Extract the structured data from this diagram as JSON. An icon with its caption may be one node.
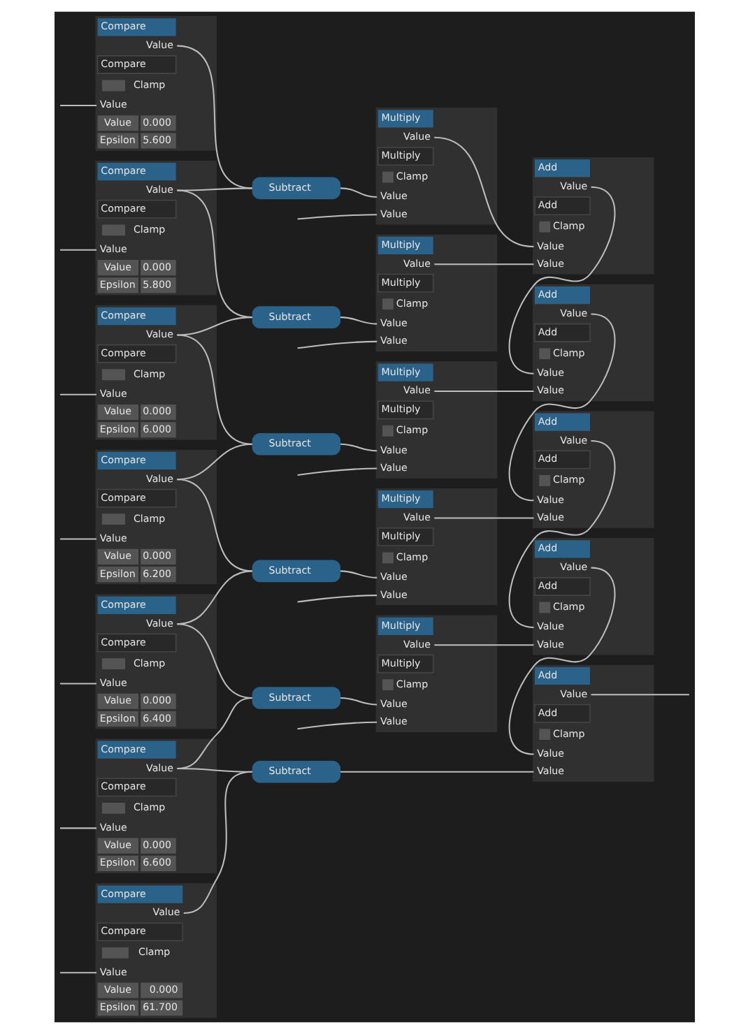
{
  "diagram": {
    "nodes": [
      {
        "text": [
          "Compare",
          "Value",
          "Compare",
          "Clamp",
          "Value",
          "Value",
          "0.000",
          "Epsilon",
          "5.600"
        ]
      },
      {
        "text": [
          "Compare",
          "Value",
          "Compare",
          "Clamp",
          "Value",
          "Value",
          "0.000",
          "Epsilon",
          "5.800"
        ]
      },
      {
        "text": [
          "Compare",
          "Value",
          "Compare",
          "Clamp",
          "Value",
          "Value",
          "0.000",
          "Epsilon",
          "6.000"
        ]
      },
      {
        "text": [
          "Compare",
          "Value",
          "Compare",
          "Clamp",
          "Value",
          "Value",
          "0.000",
          "Epsilon",
          "6.200"
        ]
      },
      {
        "text": [
          "Compare",
          "Value",
          "Compare",
          "Clamp",
          "Value",
          "Value",
          "0.000",
          "Epsilon",
          "6.400"
        ]
      },
      {
        "text": [
          "Compare",
          "Value",
          "Compare",
          "Clamp",
          "Value",
          "Value",
          "0.000",
          "Epsilon",
          "6.600"
        ]
      },
      {
        "text": [
          "Compare",
          "Value",
          "Compare",
          "Clamp",
          "Value",
          "Value",
          "0.000",
          "Epsilon",
          "61.700"
        ]
      },
      {
        "text": [
          "Subtract"
        ]
      },
      {
        "text": [
          "Subtract"
        ]
      },
      {
        "text": [
          "Subtract"
        ]
      },
      {
        "text": [
          "Subtract"
        ]
      },
      {
        "text": [
          "Subtract"
        ]
      },
      {
        "text": [
          "Subtract"
        ]
      },
      {
        "text": [
          "Multiply",
          "Value",
          "Multiply",
          "Clamp",
          "Value",
          "Value"
        ]
      },
      {
        "text": [
          "Multiply",
          "Value",
          "Multiply",
          "Clamp",
          "Value",
          "Value"
        ]
      },
      {
        "text": [
          "Multiply",
          "Value",
          "Multiply",
          "Clamp",
          "Value",
          "Value"
        ]
      },
      {
        "text": [
          "Multiply",
          "Value",
          "Multiply",
          "Clamp",
          "Value",
          "Value"
        ]
      },
      {
        "text": [
          "Multiply",
          "Value",
          "Multiply",
          "Clamp",
          "Value",
          "Value"
        ]
      },
      {
        "text": [
          "Add",
          "Value",
          "Add",
          "Clamp",
          "Value",
          "Value"
        ]
      },
      {
        "text": [
          "Add",
          "Value",
          "Add",
          "Clamp",
          "Value",
          "Value"
        ]
      },
      {
        "text": [
          "Add",
          "Value",
          "Add",
          "Clamp",
          "Value",
          "Value"
        ]
      },
      {
        "text": [
          "Add",
          "Value",
          "Add",
          "Clamp",
          "Value",
          "Value"
        ]
      },
      {
        "text": [
          "Add",
          "Value",
          "Add",
          "Clamp",
          "Value",
          "Value"
        ]
      }
    ],
    "edges": [
      {
        "from": 0,
        "to": 7,
        "arrow": "none"
      },
      {
        "from": 1,
        "to": 7,
        "arrow": "none"
      },
      {
        "from": 1,
        "to": 8,
        "arrow": "none"
      },
      {
        "from": 2,
        "to": 8,
        "arrow": "none"
      },
      {
        "from": 2,
        "to": 9,
        "arrow": "none"
      },
      {
        "from": 3,
        "to": 9,
        "arrow": "none"
      },
      {
        "from": 3,
        "to": 10,
        "arrow": "none"
      },
      {
        "from": 4,
        "to": 10,
        "arrow": "none"
      },
      {
        "from": 4,
        "to": 11,
        "arrow": "none"
      },
      {
        "from": 5,
        "to": 11,
        "arrow": "none"
      },
      {
        "from": 5,
        "to": 12,
        "arrow": "none"
      },
      {
        "from": 6,
        "to": 12,
        "arrow": "none"
      },
      {
        "from": 7,
        "to": 13,
        "arrow": "none"
      },
      {
        "from": 8,
        "to": 14,
        "arrow": "none"
      },
      {
        "from": 9,
        "to": 15,
        "arrow": "none"
      },
      {
        "from": 10,
        "to": 16,
        "arrow": "none"
      },
      {
        "from": 11,
        "to": 17,
        "arrow": "none"
      },
      {
        "from": 12,
        "to": 22,
        "arrow": "none"
      },
      {
        "from": 13,
        "to": 18,
        "arrow": "none"
      },
      {
        "from": 14,
        "to": 18,
        "arrow": "none"
      },
      {
        "from": 15,
        "to": 19,
        "arrow": "none"
      },
      {
        "from": 16,
        "to": 20,
        "arrow": "none"
      },
      {
        "from": 17,
        "to": 21,
        "arrow": "none"
      },
      {
        "from": 18,
        "to": 19,
        "arrow": "none"
      },
      {
        "from": 19,
        "to": 20,
        "arrow": "none"
      },
      {
        "from": 20,
        "to": 21,
        "arrow": "none"
      },
      {
        "from": 21,
        "to": 22,
        "arrow": "none"
      },
      {
        "from": 22,
        "to": null,
        "arrow": "none"
      },
      {
        "from": null,
        "to": 0,
        "arrow": "none"
      },
      {
        "from": null,
        "to": 1,
        "arrow": "none"
      },
      {
        "from": null,
        "to": 2,
        "arrow": "none"
      },
      {
        "from": null,
        "to": 3,
        "arrow": "none"
      },
      {
        "from": null,
        "to": 4,
        "arrow": "none"
      },
      {
        "from": null,
        "to": 5,
        "arrow": "none"
      },
      {
        "from": null,
        "to": 6,
        "arrow": "none"
      },
      {
        "from": null,
        "to": 13,
        "arrow": "none"
      },
      {
        "from": null,
        "to": 14,
        "arrow": "none"
      },
      {
        "from": null,
        "to": 15,
        "arrow": "none"
      },
      {
        "from": null,
        "to": 16,
        "arrow": "none"
      },
      {
        "from": null,
        "to": 17,
        "arrow": "none"
      }
    ]
  }
}
